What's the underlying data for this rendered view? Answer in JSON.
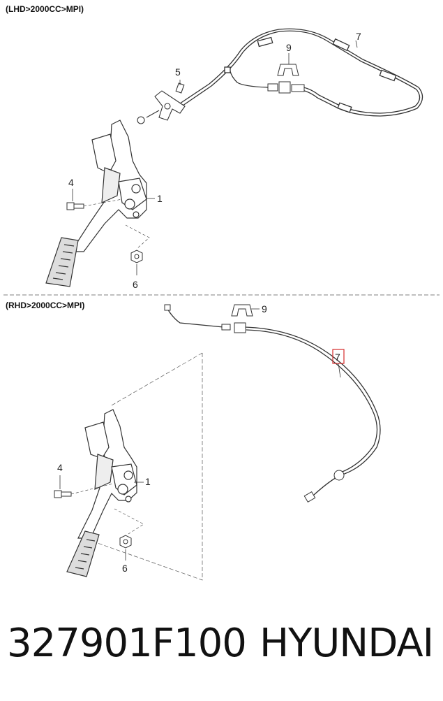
{
  "sections": [
    {
      "title": "(LHD>2000CC>MPI)",
      "callouts": [
        "7",
        "9",
        "5",
        "4",
        "1",
        "6"
      ]
    },
    {
      "title": "(RHD>2000CC>MPI)",
      "callouts": [
        "9",
        "7",
        "4",
        "1",
        "6"
      ]
    }
  ],
  "highlighted_callout": "7",
  "highlight_color": "#d62a2a",
  "part_number": "327901F100",
  "brand": "HYUNDAI"
}
